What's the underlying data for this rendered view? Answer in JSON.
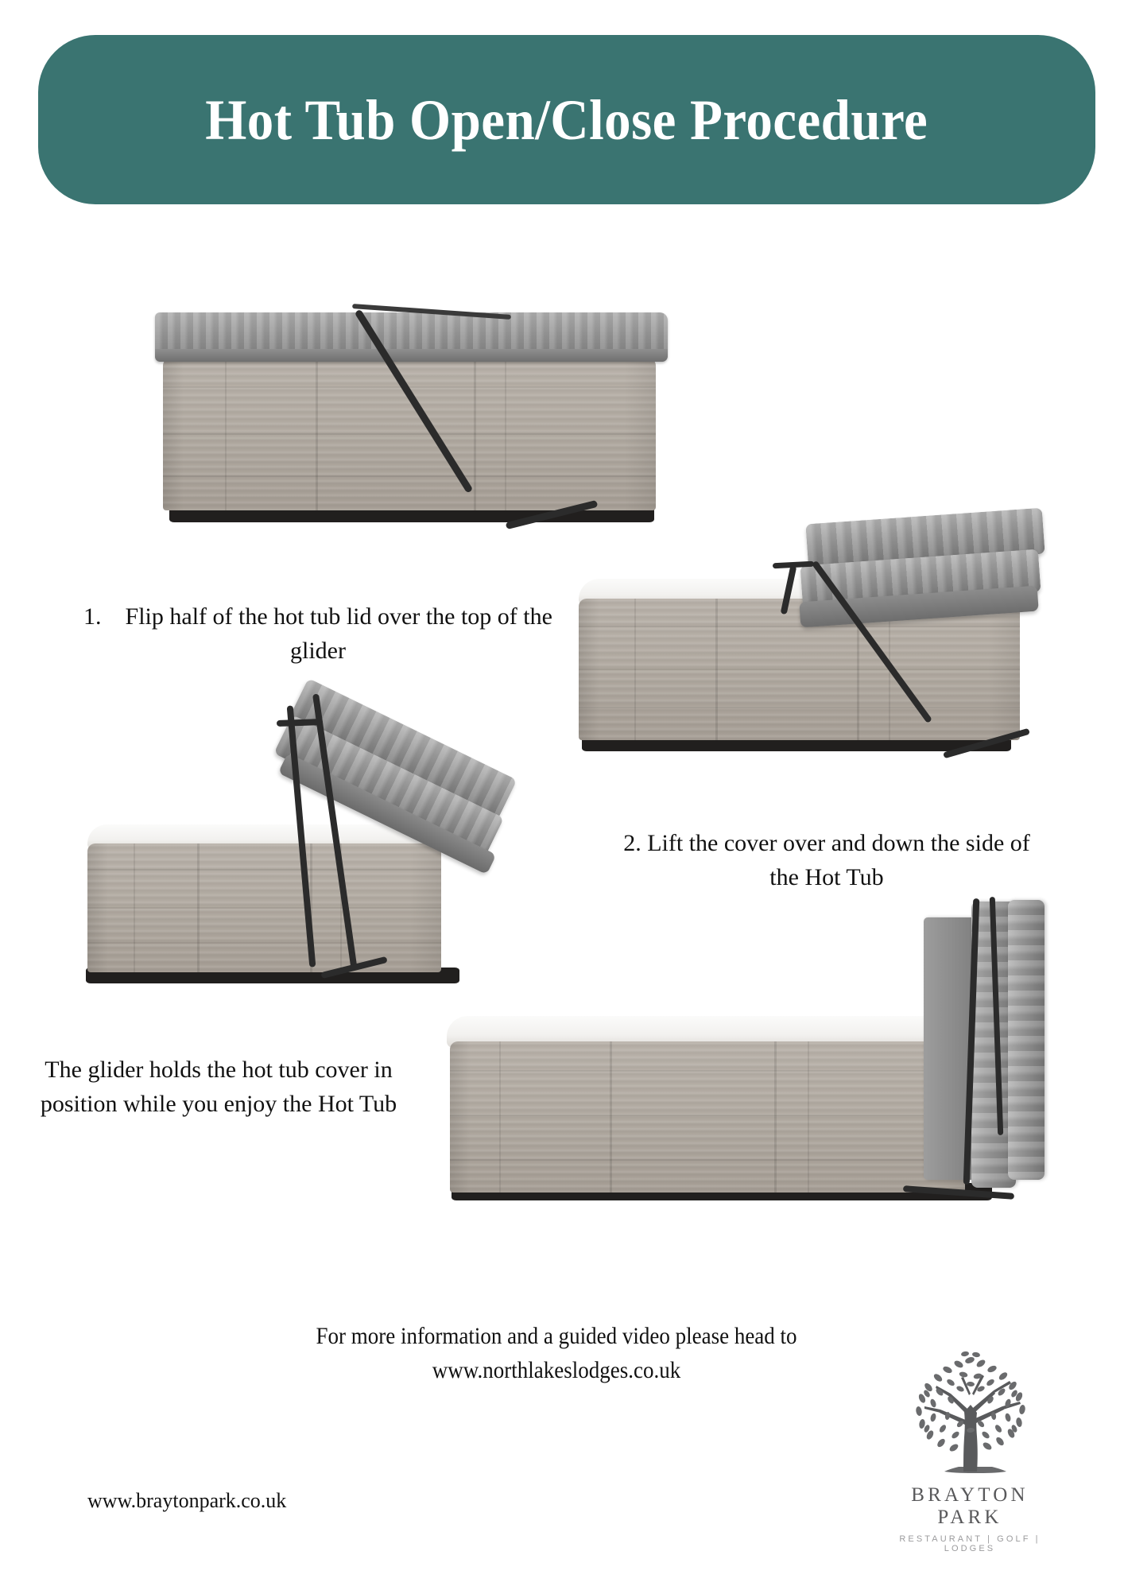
{
  "document": {
    "title": "Hot Tub Open/Close Procedure"
  },
  "header": {
    "title": "Hot Tub Open/Close Procedure",
    "background_color": "#3a7471",
    "text_color": "#ffffff"
  },
  "steps": [
    {
      "number": "1.",
      "text": "Flip half of the hot tub lid over the top of the glider",
      "full": "1.    Flip half of the hot tub lid over the top of the glider"
    },
    {
      "number": "2.",
      "text": "Lift the cover over and down the side of the Hot Tub",
      "full": "2. Lift the cover over and down the side of the Hot Tub"
    },
    {
      "number": "",
      "text": "The glider holds the hot tub cover in position while you enjoy the Hot Tub",
      "full": "The glider holds the hot tub cover in position while you enjoy the Hot Tub"
    }
  ],
  "illustrations": [
    {
      "name": "hot-tub-cover-closed-folded-on-glider",
      "caption_ref": "step-1"
    },
    {
      "name": "hot-tub-cover-standing-on-glider",
      "caption_ref": "step-2"
    },
    {
      "name": "hot-tub-cover-tilting-over-side",
      "caption_ref": "step-2"
    },
    {
      "name": "hot-tub-cover-down-side-open",
      "caption_ref": "step-3"
    }
  ],
  "footer": {
    "info_line1": "For more information and a guided video please head to",
    "info_line2": "www.northlakeslodges.co.uk",
    "site_url": "www.braytonpark.co.uk"
  },
  "logo": {
    "icon": "tree-icon",
    "name": "BRAYTON PARK",
    "tagline": "RESTAURANT  |  GOLF  |  LODGES",
    "color": "#59595b",
    "tagline_color": "#9b9b9d"
  },
  "colors": {
    "banner_teal": "#3a7471",
    "cabinet_taupe": "#b2aba2",
    "cover_grey": "#9a9a9a",
    "base_black": "#211f1e",
    "rim_white": "#f5f4f2",
    "text_black": "#111111"
  }
}
